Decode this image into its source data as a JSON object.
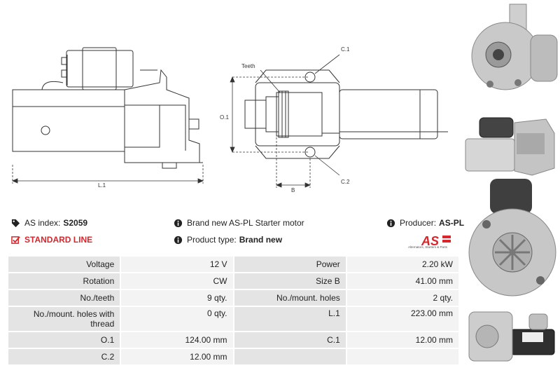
{
  "drawing": {
    "teeth_label": "Teeth",
    "c1_label": "C.1",
    "c2_label": "C.2",
    "o1_label": "O.1",
    "l1_label": "L.1",
    "b_label": "B"
  },
  "info": {
    "as_index_label": "AS index:",
    "as_index_value": "S2059",
    "standard_line": "STANDARD LINE",
    "description": "Brand new AS-PL Starter motor",
    "product_type_label": "Product type:",
    "product_type_value": "Brand new",
    "producer_label": "Producer:",
    "producer_value": "AS-PL"
  },
  "logo": {
    "mark": "AS",
    "tagline": "Alternators, Starters & Parts"
  },
  "specs": [
    {
      "l1": "Voltage",
      "v1": "12 V",
      "l2": "Power",
      "v2": "2.20 kW"
    },
    {
      "l1": "Rotation",
      "v1": "CW",
      "l2": "Size B",
      "v2": "41.00 mm"
    },
    {
      "l1": "No./teeth",
      "v1": "9 qty.",
      "l2": "No./mount. holes",
      "v2": "2 qty."
    },
    {
      "l1": "No./mount. holes with thread",
      "v1": "0 qty.",
      "l2": "L.1",
      "v2": "223.00 mm"
    },
    {
      "l1": "O.1",
      "v1": "124.00 mm",
      "l2": "C.1",
      "v2": "12.00 mm"
    },
    {
      "l1": "C.2",
      "v1": "12.00 mm",
      "l2": "",
      "v2": ""
    }
  ],
  "colors": {
    "accent": "#d8262c",
    "label_bg": "#e4e4e4",
    "value_bg": "#f3f3f3"
  },
  "icons": [
    "tag-icon",
    "checkbox-icon",
    "info-icon"
  ]
}
